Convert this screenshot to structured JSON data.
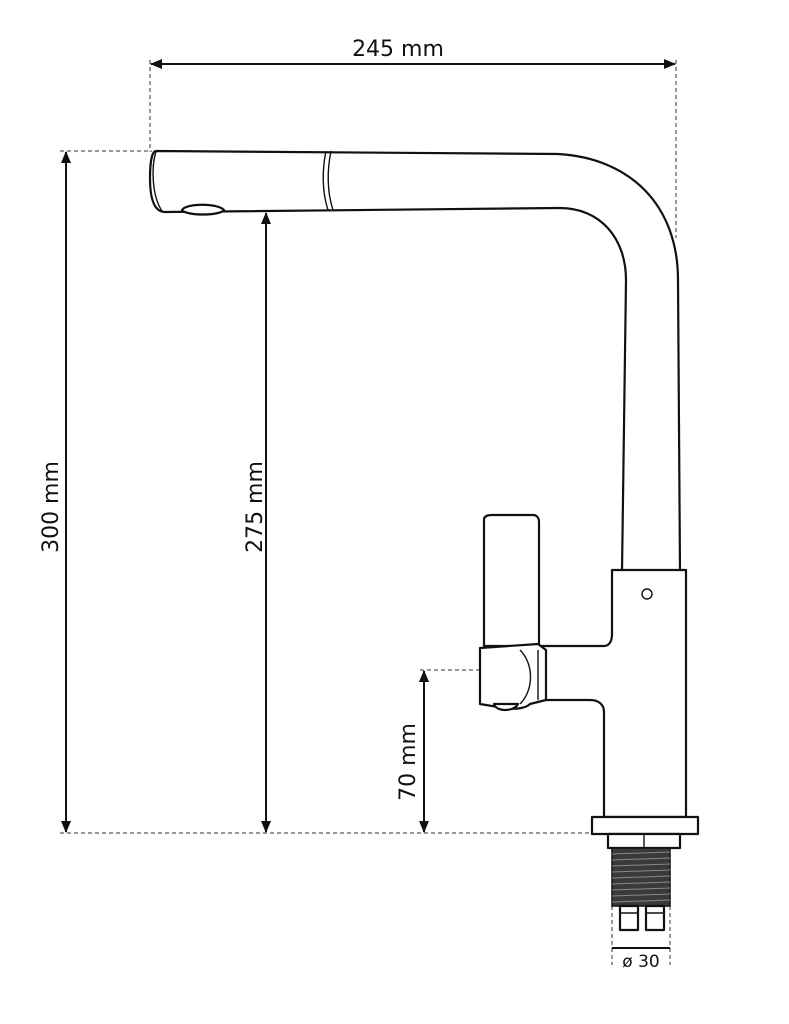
{
  "dimensions": {
    "total_reach": "245 mm",
    "total_height": "300 mm",
    "spout_height": "275 mm",
    "lever_height": "70 mm",
    "thread_diameter": "ø 30"
  }
}
